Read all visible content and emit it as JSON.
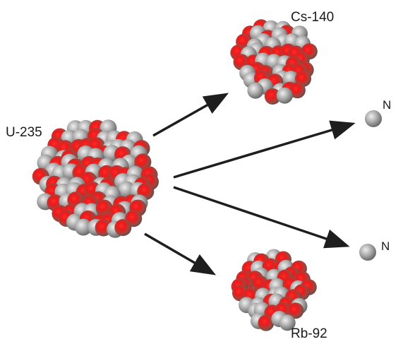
{
  "labels": {
    "uranium": "U-235",
    "cesium": "Cs-140",
    "rubidium": "Rb-92",
    "neutron_1": "N",
    "neutron_2": "N"
  },
  "colors": {
    "proton_core": "#ff1e1e",
    "proton_edge": "#7a5a55",
    "neutron_core": "#c8c8c8",
    "neutron_edge": "#6e6e6e",
    "arrow": "#1e1e1e"
  }
}
